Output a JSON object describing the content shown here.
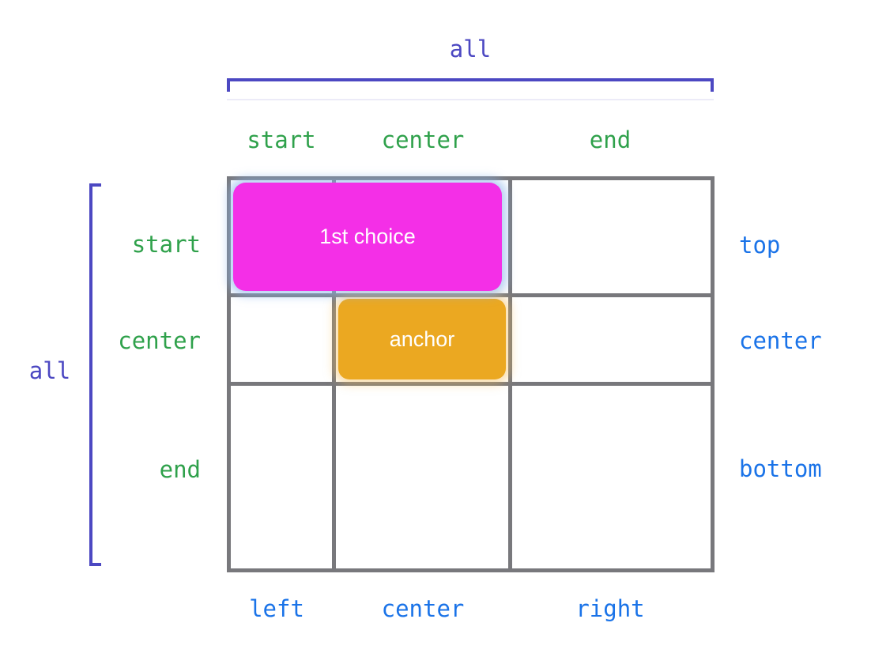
{
  "colors": {
    "magenta": "#f42fe7",
    "orange": "#eba821",
    "green": "#2fa14b",
    "blue": "#1a73e8",
    "purple": "#4c48c2",
    "grid_gray": "#78787c"
  },
  "brackets": {
    "top_label": "all",
    "left_label": "all"
  },
  "labels": {
    "columns_top": [
      "start",
      "center",
      "end"
    ],
    "rows_left": [
      "start",
      "center",
      "end"
    ],
    "rows_right": [
      "top",
      "center",
      "bottom"
    ],
    "columns_bottom": [
      "left",
      "center",
      "right"
    ]
  },
  "boxes": {
    "first_choice": "1st choice",
    "anchor": "anchor"
  }
}
